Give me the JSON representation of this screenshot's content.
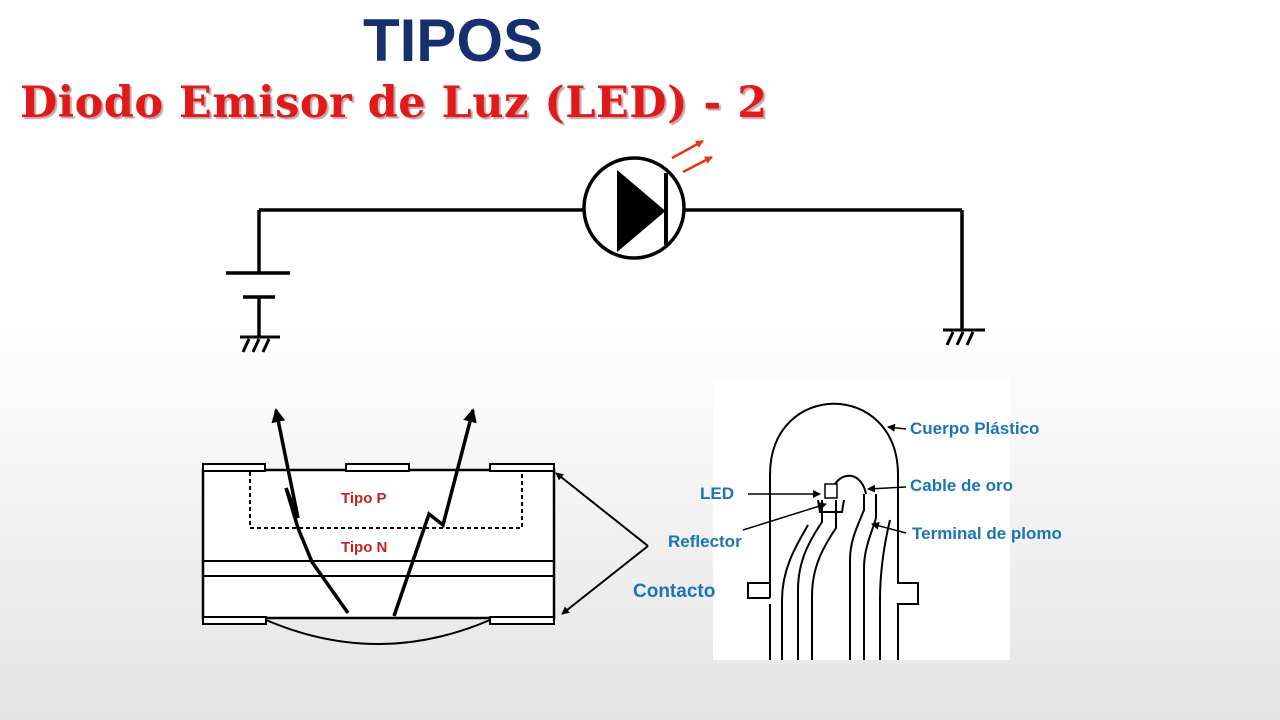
{
  "title": "TIPOS",
  "subtitle": "Diodo Emisor de Luz (LED) - 2",
  "colors": {
    "title": "#14306e",
    "subtitle": "#e01a1a",
    "label_red": "#c8201c",
    "label_blue": "#1b74b7",
    "light_arrows": "#e03a10"
  },
  "junction_diagram": {
    "p_label": "Tipo P",
    "n_label": "Tipo N",
    "contact_label": "Contacto"
  },
  "led_cross_section": {
    "labels": {
      "plastic_body": "Cuerpo Plástico",
      "gold_wire": "Cable de oro",
      "lead_terminal": "Terminal de plomo",
      "led": "LED",
      "reflector": "Reflector"
    }
  }
}
